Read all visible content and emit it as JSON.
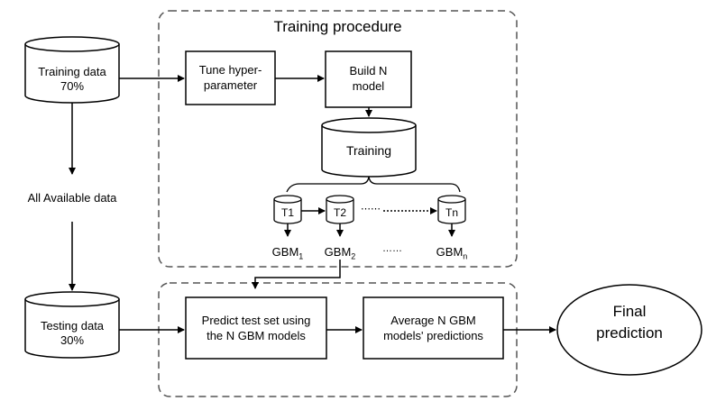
{
  "diagram": {
    "training_procedure_title": "Training procedure",
    "training_data": {
      "line1": "Training data",
      "line2": "70%"
    },
    "testing_data": {
      "line1": "Testing data",
      "line2": "30%"
    },
    "all_available_data": "All Available data",
    "tune_box": {
      "line1": "Tune hyper-",
      "line2": "parameter"
    },
    "build_box": {
      "line1": "Build N",
      "line2": "model"
    },
    "training_db": "Training",
    "subsets": [
      "T1",
      "T2",
      "Tn"
    ],
    "models": [
      {
        "base": "GBM",
        "sub": "1"
      },
      {
        "base": "GBM",
        "sub": "2"
      },
      {
        "base": "GBM",
        "sub": "n"
      }
    ],
    "ellipsis": "……",
    "predict_box": {
      "line1": "Predict test set using",
      "line2": "the N GBM models"
    },
    "average_box": {
      "line1": "Average N GBM",
      "line2": "models' predictions"
    },
    "final": {
      "line1": "Final",
      "line2": "prediction"
    }
  }
}
